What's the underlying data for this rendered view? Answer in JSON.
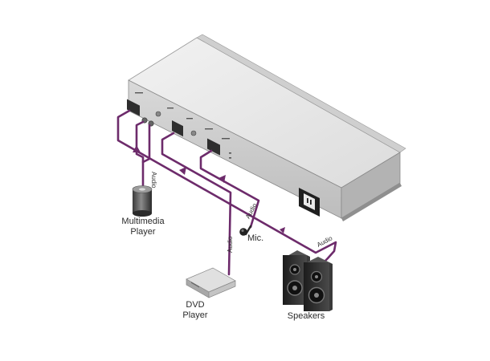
{
  "labels": {
    "multimedia_player": [
      "Multimedia",
      "Player"
    ],
    "dvd_player": [
      "DVD",
      "Player"
    ],
    "speakers": "Speakers",
    "mic": "Mic."
  },
  "cable_labels": {
    "audio_multimedia": "Audio",
    "audio_dvd": "Audio",
    "audio_mic": "Audio",
    "audio_speakers": "Audio"
  },
  "colors": {
    "cable": "#6d2b6b",
    "device_top": "#e6e6e6",
    "device_front": "#c8c8c8",
    "device_edge": "#9a9a9a"
  },
  "icons": {
    "multimedia_player": "cylinder-player-icon",
    "dvd_player": "dvd-player-icon",
    "mic": "microphone-icon",
    "speakers": "speaker-pair-icon",
    "power_socket": "power-socket-icon"
  }
}
